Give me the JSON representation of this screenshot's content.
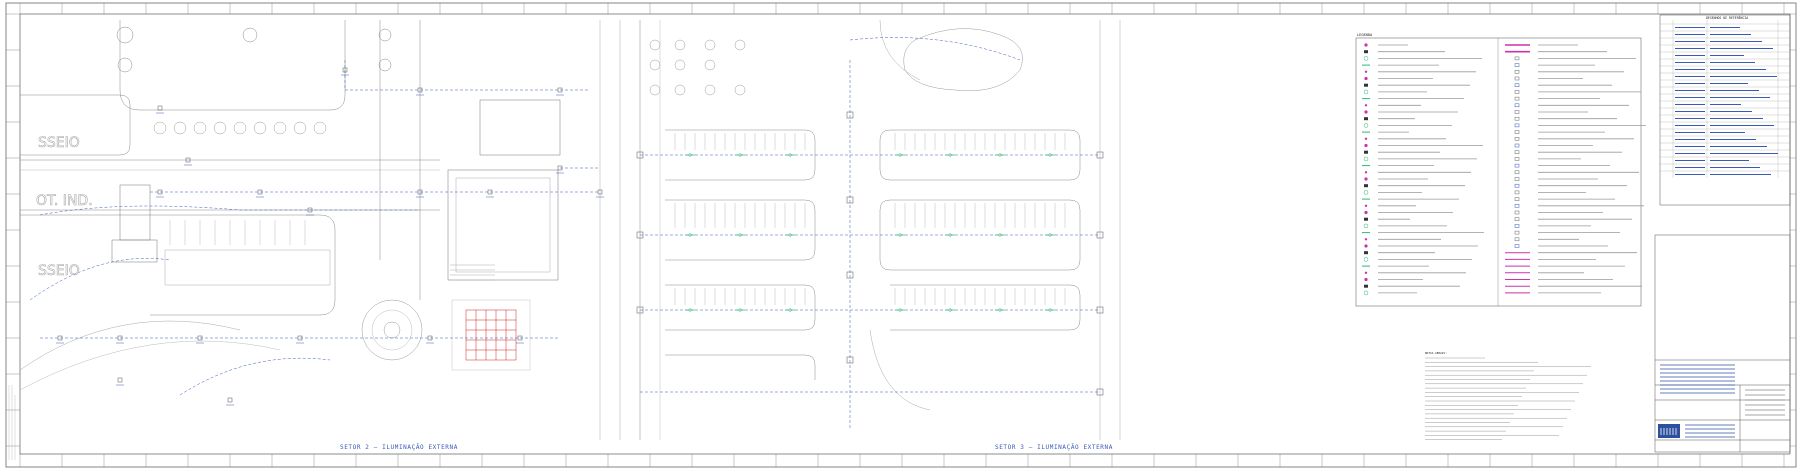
{
  "drawing": {
    "left_area_labels": [
      "SSEIO",
      "OT. IND.",
      "SSEIO"
    ],
    "captions": {
      "left": "SETOR 2 — ILUMINAÇÃO EXTERNA",
      "right": "SETOR 3 — ILUMINAÇÃO EXTERNA"
    }
  },
  "legend": {
    "title": "LEGENDA"
  },
  "references_table": {
    "title": "DESENHOS DE REFERÊNCIA"
  },
  "notes": {
    "title": "NOTAS GERAIS:"
  },
  "colors": {
    "line": "#555555",
    "light_line": "#bbbbbb",
    "blue": "#3a5ab8",
    "green": "#2eb87a",
    "red": "#cc2222",
    "magenta": "#cc33aa"
  }
}
